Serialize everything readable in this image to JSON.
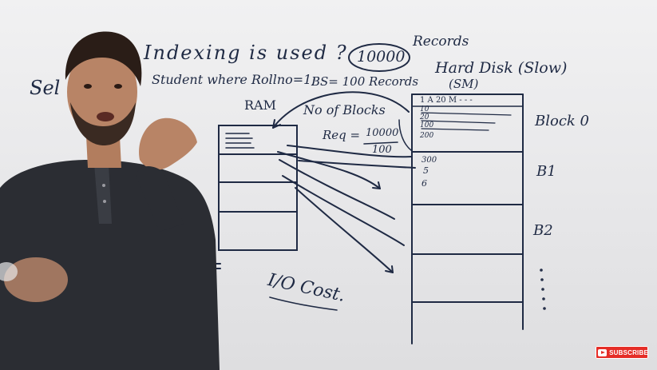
{
  "board": {
    "title_question": "Indexing is used ?",
    "records_circled": "10000",
    "records_label": "Records",
    "select_prefix": "Sel",
    "query": "Student where Rollno=1;",
    "block_size": "BS= 100 Records",
    "hard_disk": "Hard Disk (Slow)",
    "sm_label": "(SM)",
    "ram_label": "RAM",
    "no_of_blocks": "No of Blocks",
    "req_label": "Req =",
    "req_numerator": "10000",
    "req_denominator": "100",
    "disk_row_header": "1  A  20  M - - -",
    "disk_entries": [
      "10",
      "20",
      "100",
      "200"
    ],
    "disk_b1_entries": [
      "300",
      "5",
      "6"
    ],
    "block0_label": "Block 0",
    "b1_label": "B1",
    "b2_label": "B2",
    "io_cost": "I/O Cost.",
    "equals_mark": "="
  },
  "overlay": {
    "subscribe_label": "SUBSCRIBE"
  },
  "colors": {
    "ink": "#1f2a44",
    "board": "#ececed",
    "subscribe_red": "#e52d27",
    "shirt": "#2b2d33"
  }
}
